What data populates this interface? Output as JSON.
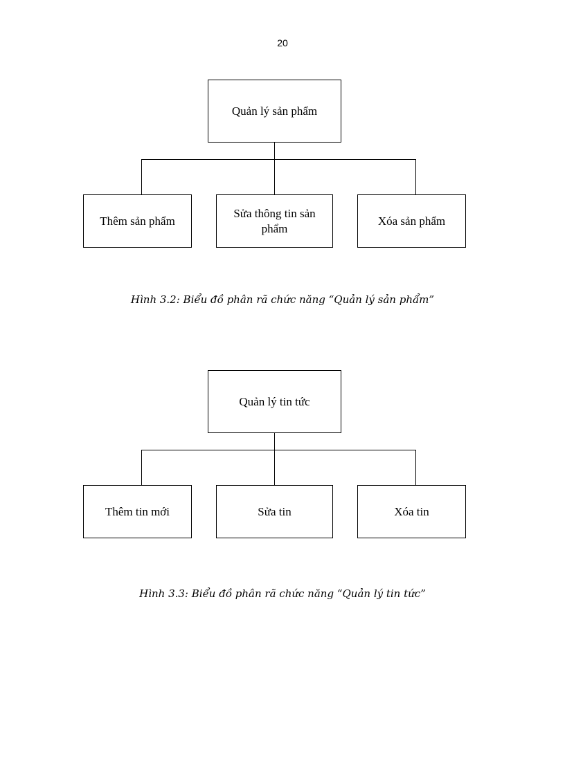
{
  "page_number": "20",
  "diagrams": [
    {
      "root": "Quản lý  sản phẩm",
      "children": [
        "Thêm sản phẩm",
        "Sửa thông tin sản phẩm",
        "Xóa sản phẩm"
      ],
      "caption": "Hình 3.2: Biểu đồ phân rã chức năng “Quản lý sản phẩm”"
    },
    {
      "root": "Quản lý tin tức",
      "children": [
        "Thêm tin mới",
        "Sửa tin",
        "Xóa tin"
      ],
      "caption": "Hình 3.3: Biểu đồ phân rã chức năng “Quản lý tin tức”"
    }
  ]
}
